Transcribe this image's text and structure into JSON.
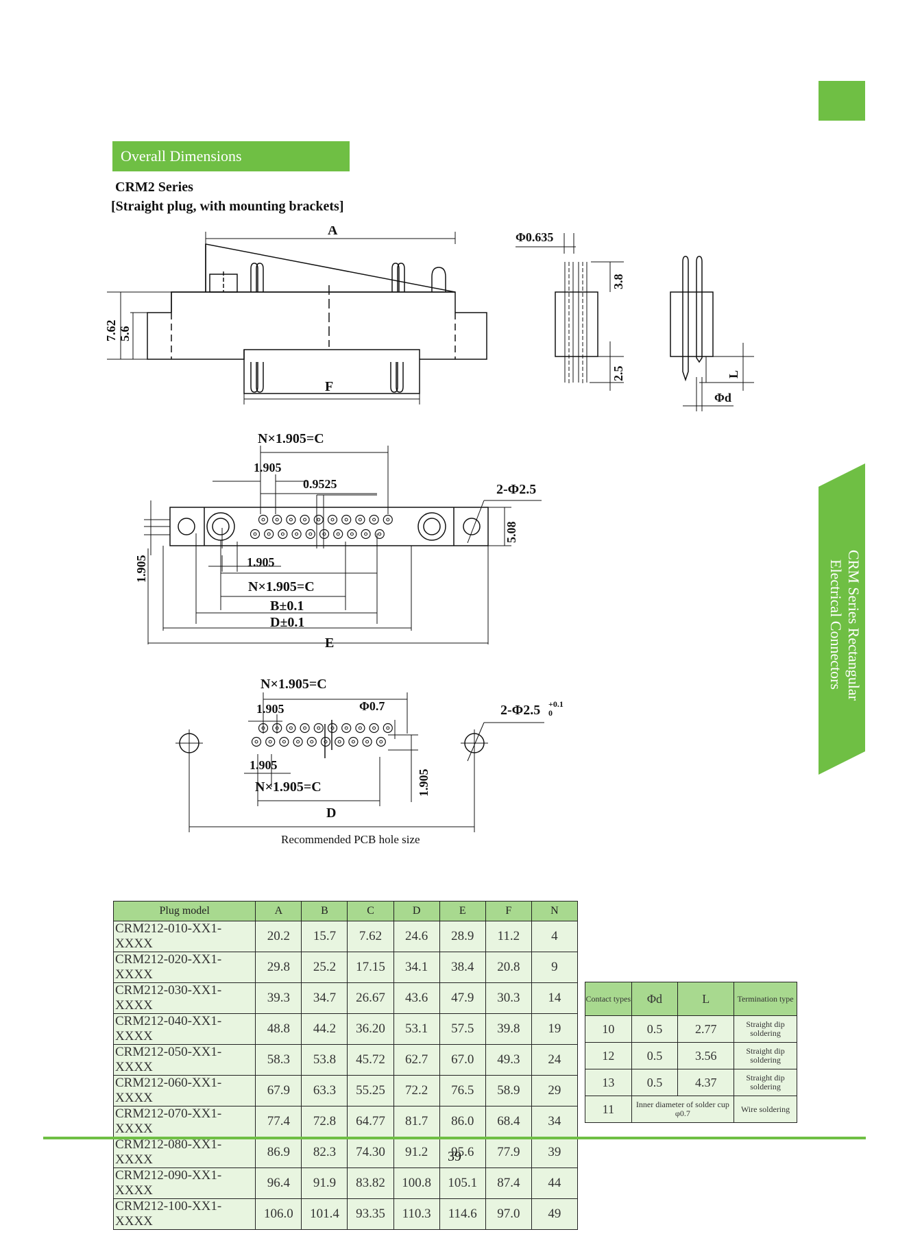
{
  "header": {
    "section_title": "Overall Dimensions"
  },
  "product": {
    "series": "CRM2 Series",
    "variant": "[Straight plug, with mounting brackets]"
  },
  "side_tab": {
    "line1": "CRM Series Rectangular",
    "line2": "Electrical Connectors"
  },
  "drawing": {
    "side_view": {
      "A": "A",
      "F": "F",
      "h762": "7.62",
      "h56": "5.6"
    },
    "pin_view": {
      "pin_dia": "Φ0.635",
      "pin_h": "3.8",
      "tail": "2.5"
    },
    "end_view": {
      "L": "L",
      "phi_d": "Φd"
    },
    "bottom_view": {
      "top_span": "N×1.905=C",
      "pitch_top": "1.905",
      "half_pitch": "0.9525",
      "mount_holes": "2-Φ2.5",
      "row_gap": "5.08",
      "left_gap": "1.905",
      "pitch_bottom": "1.905",
      "bottom_span": "N×1.905=C",
      "B": "B±0.1",
      "D": "D±0.1",
      "E": "E"
    },
    "pcb": {
      "top_span": "N×1.905=C",
      "pitch_top": "1.905",
      "hole": "Φ0.7",
      "mount_holes": "2-Φ2.5",
      "mount_tol_upper": "+0.1",
      "mount_tol_lower": "0",
      "pitch_bottom": "1.905",
      "bottom_span": "N×1.905=C",
      "row_gap": "1.905",
      "D": "D",
      "caption": "Recommended PCB hole size"
    }
  },
  "models_table": {
    "headers": [
      "Plug model",
      "A",
      "B",
      "C",
      "D",
      "E",
      "F",
      "N"
    ],
    "rows": [
      [
        "CRM212-010-XX1-XXXX",
        "20.2",
        "15.7",
        "7.62",
        "24.6",
        "28.9",
        "11.2",
        "4"
      ],
      [
        "CRM212-020-XX1-XXXX",
        "29.8",
        "25.2",
        "17.15",
        "34.1",
        "38.4",
        "20.8",
        "9"
      ],
      [
        "CRM212-030-XX1-XXXX",
        "39.3",
        "34.7",
        "26.67",
        "43.6",
        "47.9",
        "30.3",
        "14"
      ],
      [
        "CRM212-040-XX1-XXXX",
        "48.8",
        "44.2",
        "36.20",
        "53.1",
        "57.5",
        "39.8",
        "19"
      ],
      [
        "CRM212-050-XX1-XXXX",
        "58.3",
        "53.8",
        "45.72",
        "62.7",
        "67.0",
        "49.3",
        "24"
      ],
      [
        "CRM212-060-XX1-XXXX",
        "67.9",
        "63.3",
        "55.25",
        "72.2",
        "76.5",
        "58.9",
        "29"
      ],
      [
        "CRM212-070-XX1-XXXX",
        "77.4",
        "72.8",
        "64.77",
        "81.7",
        "86.0",
        "68.4",
        "34"
      ],
      [
        "CRM212-080-XX1-XXXX",
        "86.9",
        "82.3",
        "74.30",
        "91.2",
        "95.6",
        "77.9",
        "39"
      ],
      [
        "CRM212-090-XX1-XXXX",
        "96.4",
        "91.9",
        "83.82",
        "100.8",
        "105.1",
        "87.4",
        "44"
      ],
      [
        "CRM212-100-XX1-XXXX",
        "106.0",
        "101.4",
        "93.35",
        "110.3",
        "114.6",
        "97.0",
        "49"
      ]
    ]
  },
  "contacts_table": {
    "headers": [
      "Contact types",
      "Φd",
      "L",
      "Termination type"
    ],
    "rows": [
      [
        "10",
        "0.5",
        "2.77",
        "Straight dip soldering"
      ],
      [
        "12",
        "0.5",
        "3.56",
        "Straight dip soldering"
      ],
      [
        "13",
        "0.5",
        "4.37",
        "Straight dip soldering"
      ],
      [
        "11",
        "Inner diameter of solder cup φ0.7",
        "",
        "Wire soldering"
      ]
    ]
  },
  "footer": {
    "page_number": "39"
  },
  "colors": {
    "accent": "#6fbf44",
    "header_cell": "#a8d98f",
    "body_cell": "#e8f5e0"
  }
}
